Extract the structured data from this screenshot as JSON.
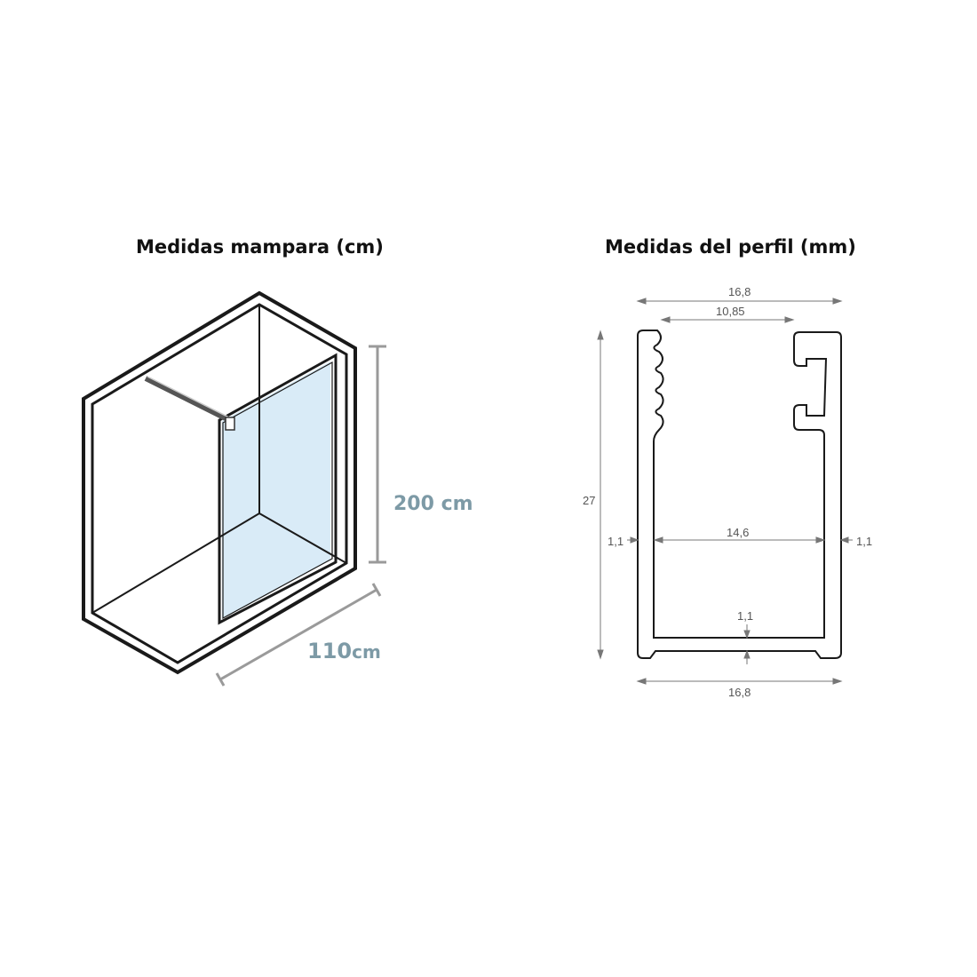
{
  "left_panel": {
    "title": "Medidas mampara (cm)",
    "height_label": "200 cm",
    "width_number": "110",
    "width_unit": "cm",
    "glass_color": "#d9ebf7",
    "dim_color": "#9a9a9a",
    "label_color": "#7d9aa6"
  },
  "right_panel": {
    "title": "Medidas del perfil (mm)",
    "top_outer_width": "16,8",
    "top_inner_width": "10,85",
    "height": "27",
    "inner_width": "14,6",
    "left_wall": "1,1",
    "right_wall": "1,1",
    "bottom_wall": "1,1",
    "bottom_width": "16,8"
  }
}
